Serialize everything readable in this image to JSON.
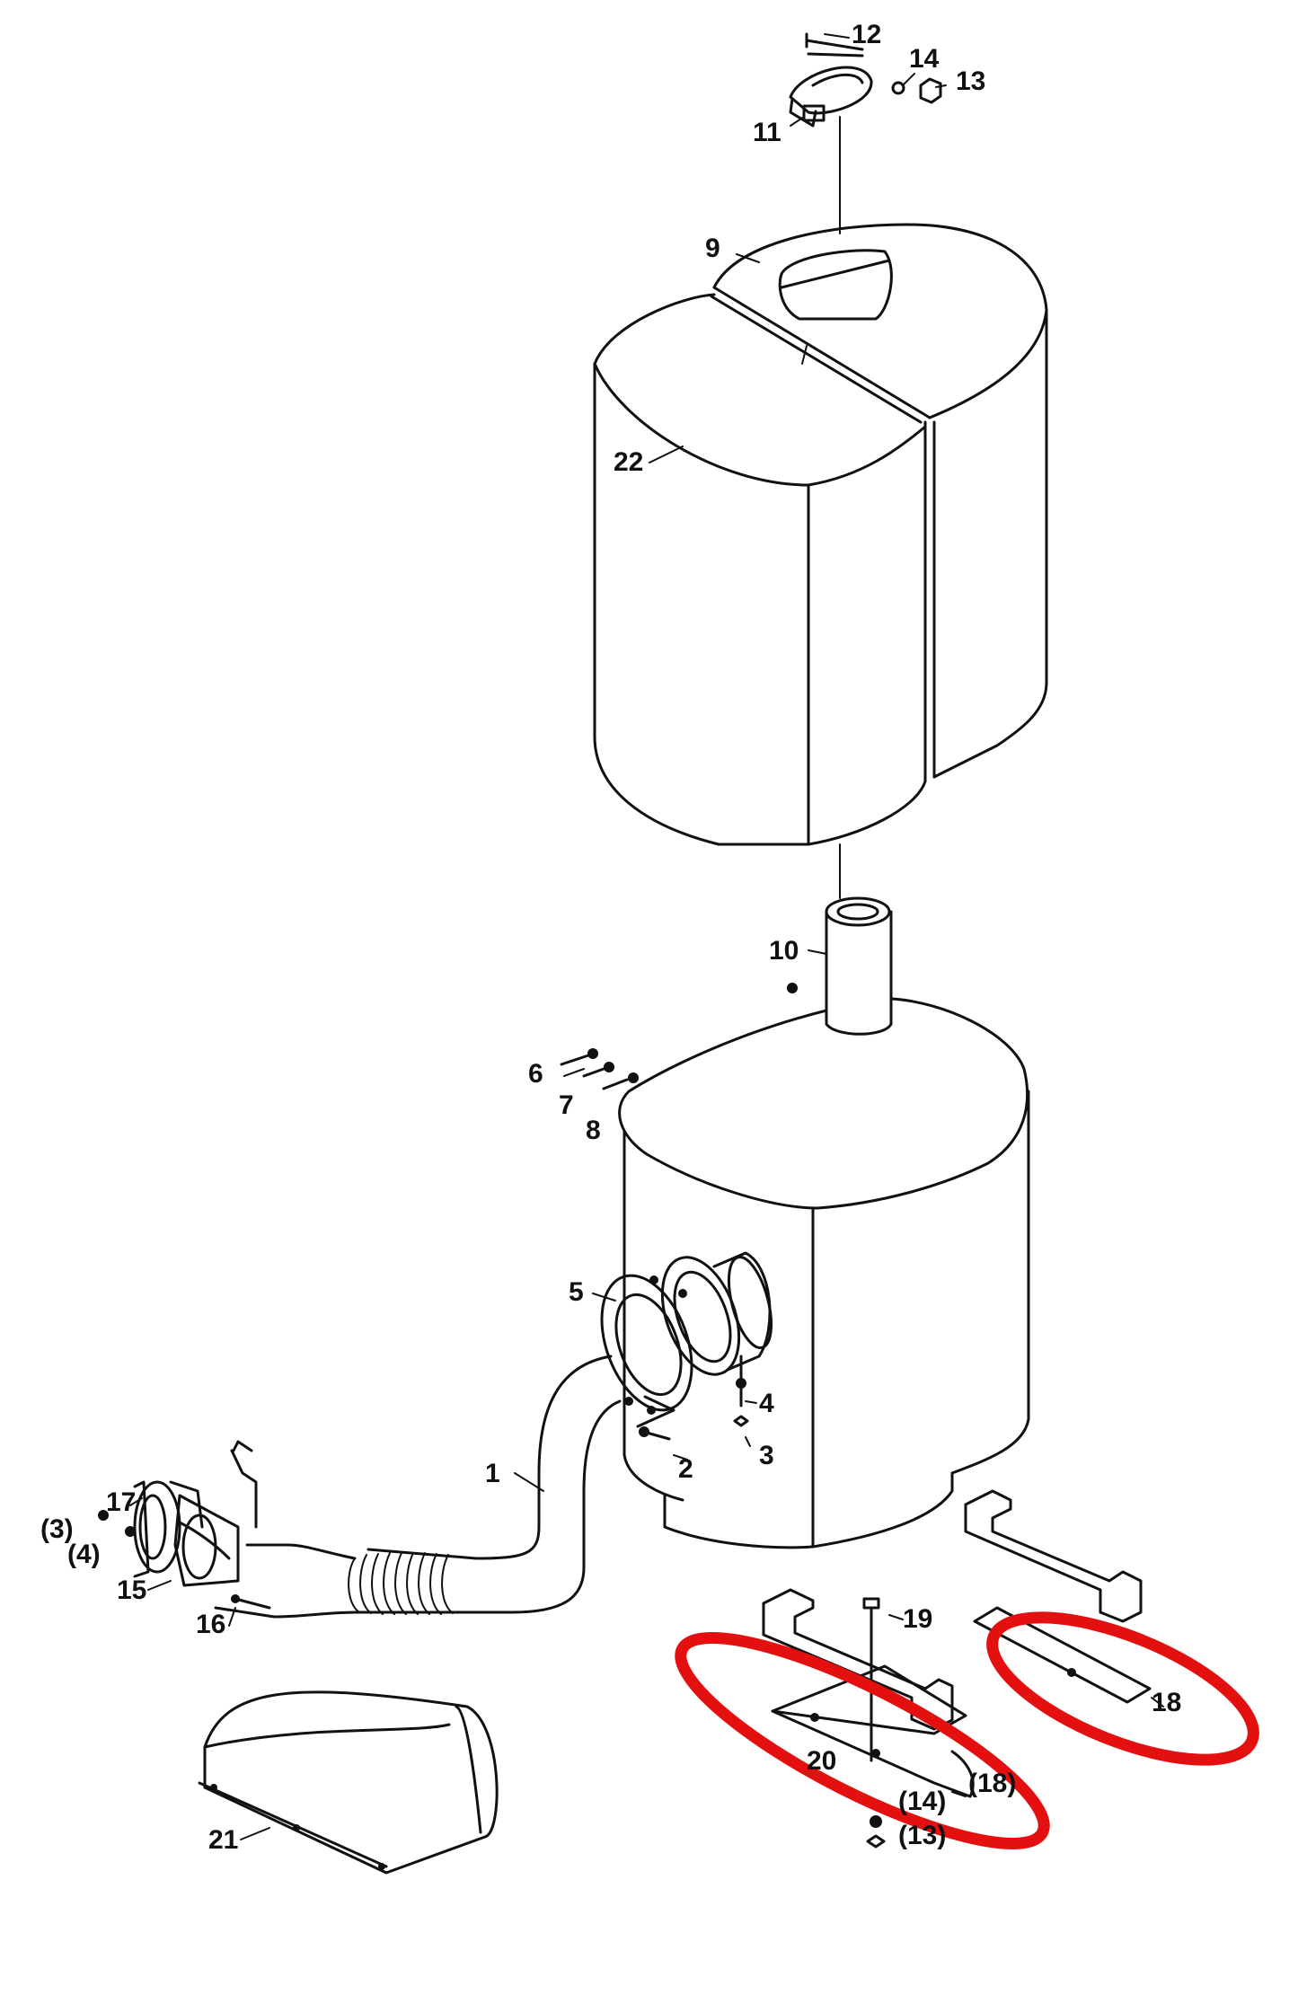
{
  "labels": {
    "l1": "1",
    "l2": "2",
    "l3": "3",
    "l4": "4",
    "l5": "5",
    "l6": "6",
    "l7": "7",
    "l8": "8",
    "l9": "9",
    "l10": "10",
    "l11": "11",
    "l12": "12",
    "l13": "13",
    "l14": "14",
    "l15": "15",
    "l16": "16",
    "l17": "17",
    "l18": "18",
    "l19": "19",
    "l20": "20",
    "l21": "21",
    "l22": "22",
    "l3p": "(3)",
    "l4p": "(4)",
    "l18p": "(18)",
    "l14p": "(14)",
    "l13p": "(13)"
  },
  "highlight": {
    "color": "#e41010",
    "count": 2
  }
}
